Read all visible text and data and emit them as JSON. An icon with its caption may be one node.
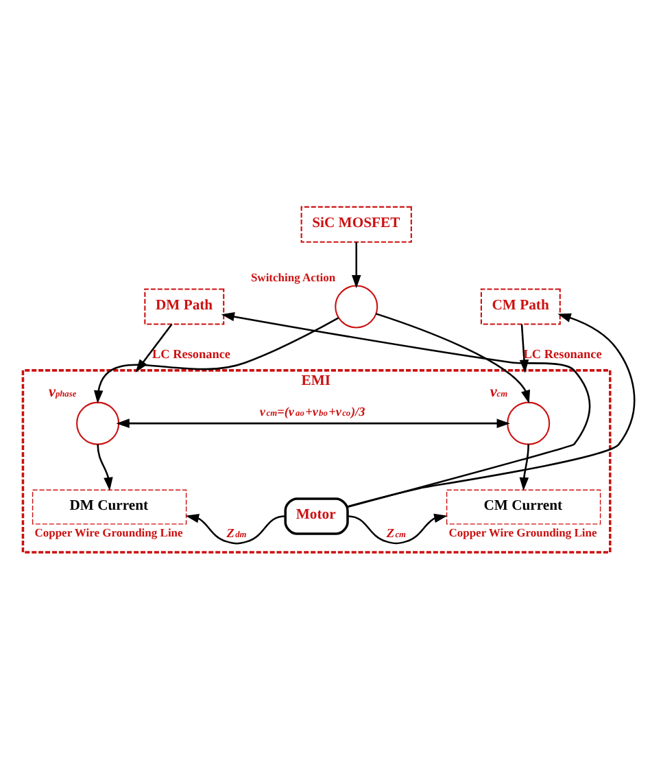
{
  "diagram": {
    "nodes": [
      {
        "text": [
          "SiC MOSFET"
        ]
      },
      {
        "text": [],
        "shape": "circle",
        "beside": [
          "Switching Action"
        ]
      },
      {
        "text": [
          "DM Path"
        ]
      },
      {
        "text": [
          "CM Path"
        ]
      },
      {
        "text": [
          "EMI"
        ]
      },
      {
        "text": [],
        "shape": "circle",
        "beside": [
          "v$_{phase}$"
        ],
        "in": 4
      },
      {
        "text": [],
        "shape": "circle",
        "beside": [
          "v$_{cm}$"
        ],
        "in": 4
      },
      {
        "text": [
          "DM Current"
        ],
        "beside": [
          "Copper Wire Grounding Line"
        ],
        "in": 4
      },
      {
        "text": [
          "Motor"
        ],
        "in": 4
      },
      {
        "text": [
          "CM Current"
        ],
        "beside": [
          "Copper Wire Grounding Line"
        ],
        "in": 4
      }
    ],
    "edges": [
      {
        "from": 0,
        "to": 1,
        "arrow": "to"
      },
      {
        "from": 2,
        "to": 4,
        "arrow": "to",
        "label": "LC Resonance"
      },
      {
        "from": 3,
        "to": 4,
        "arrow": "to",
        "label": "LC Resonance"
      },
      {
        "from": 1,
        "to": 5,
        "arrow": "to"
      },
      {
        "from": 1,
        "to": 6,
        "arrow": "to"
      },
      {
        "from": 5,
        "to": 6,
        "arrow": "both",
        "label": "v$_{cm}$=(v$_{ao}$+v$_{bo}$+v$_{co}$)/3"
      },
      {
        "from": 5,
        "to": 7,
        "arrow": "to"
      },
      {
        "from": 6,
        "to": 9,
        "arrow": "to"
      },
      {
        "from": 8,
        "to": 7,
        "arrow": "to",
        "label": "Z$_{dm}$"
      },
      {
        "from": 8,
        "to": 9,
        "arrow": "to",
        "label": "Z$_{cm}$"
      },
      {
        "from": 8,
        "to": 2,
        "arrow": "to"
      },
      {
        "from": 8,
        "to": 3,
        "arrow": "to"
      }
    ]
  }
}
